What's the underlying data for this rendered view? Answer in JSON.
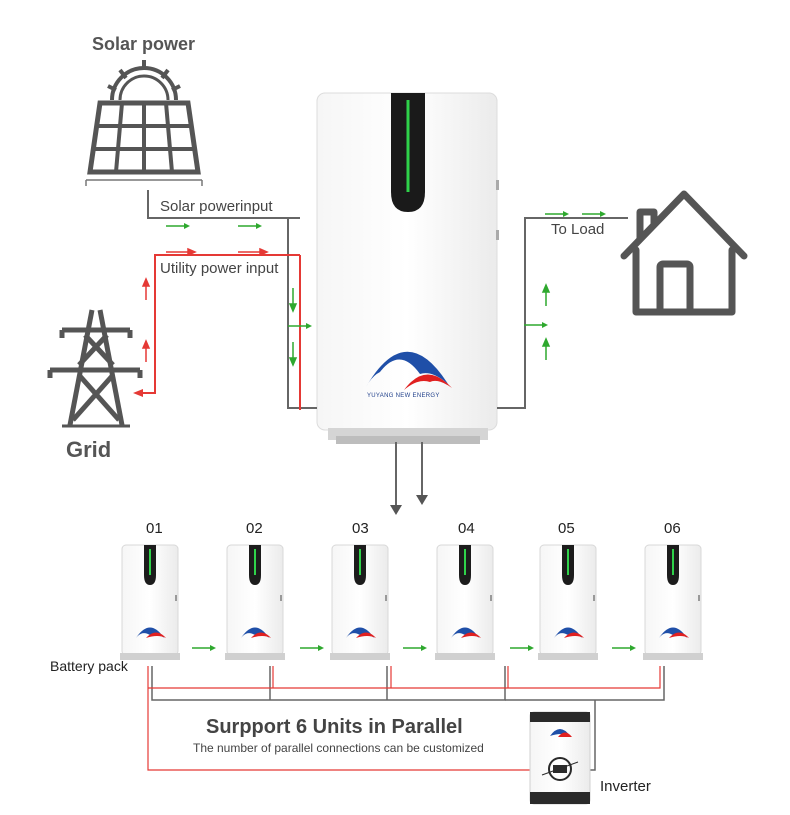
{
  "labels": {
    "solar_title": "Solar power",
    "grid_title": "Grid",
    "solar_input": "Solar powerinput",
    "utility_input": "Utility power input",
    "to_load": "To Load",
    "battery_pack": "Battery pack",
    "parallel_title": "Surpport 6 Units in Parallel",
    "parallel_subtitle": "The number of parallel connections can be customized",
    "inverter": "Inverter",
    "brand": "YUYANG NEW ENERGY"
  },
  "units": [
    "01",
    "02",
    "03",
    "04",
    "05",
    "06"
  ],
  "colors": {
    "line_gray": "#666666",
    "line_red": "#e53935",
    "arrow_green": "#2ea82e",
    "logo_blue": "#1f4fa8",
    "logo_red": "#e02020",
    "indicator_green": "#2fd24a"
  },
  "icons": [
    "solar-panel-icon",
    "power-tower-icon",
    "house-icon",
    "battery-unit-icon",
    "inverter-icon"
  ]
}
